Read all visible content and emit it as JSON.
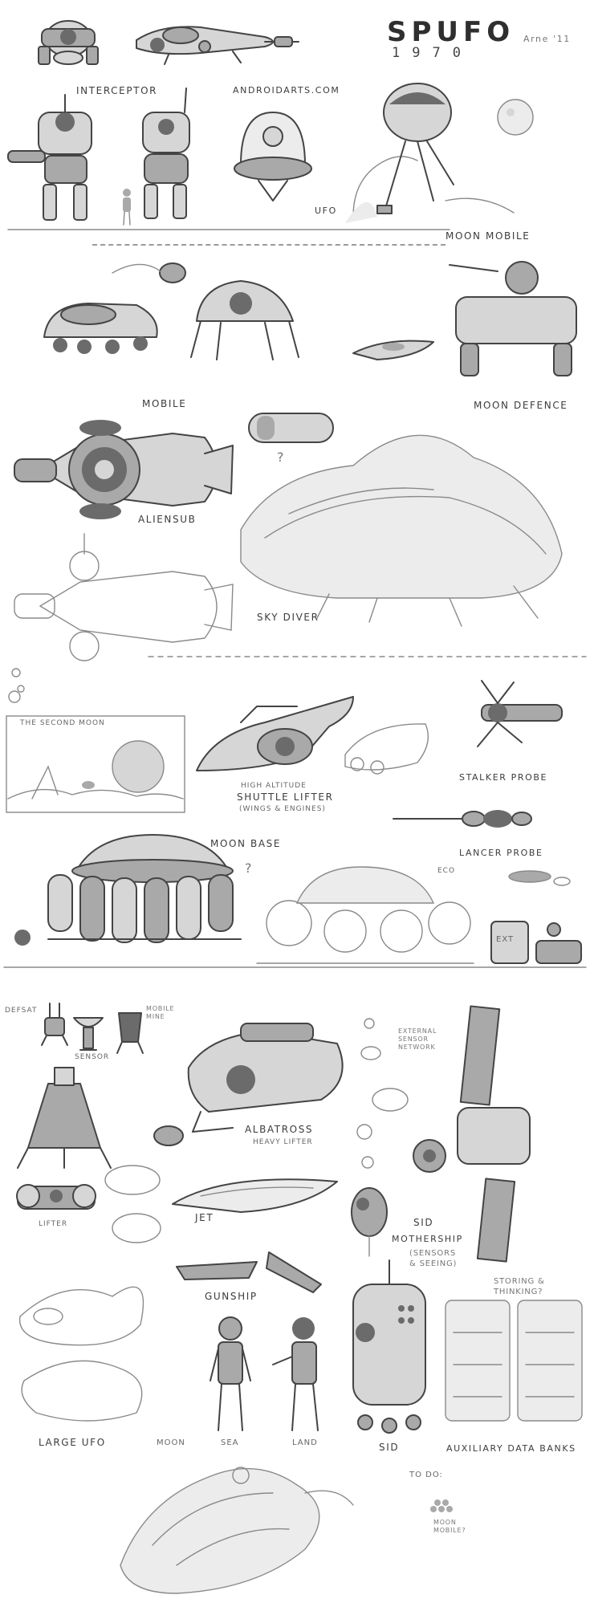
{
  "sheet": {
    "title": "SPUFO",
    "year": "1970",
    "signature": "Arne '11",
    "website": "ANDROIDARTS.COM",
    "question_mark": "?",
    "labels": {
      "interceptor": "INTERCEPTOR",
      "ufo": "UFO",
      "moon_mobile": "MOON MOBILE",
      "mobile": "MOBILE",
      "moon_defence": "MOON DEFENCE",
      "aliensub": "ALIENSUB",
      "sky_diver": "SKY DIVER",
      "second_moon": "THE SECOND MOON",
      "high_altitude": "HIGH ALTITUDE",
      "shuttle_lifter": "SHUTTLE LIFTER",
      "wings_engines": "(WINGS & ENGINES)",
      "stalker_probe": "STALKER PROBE",
      "lancer_probe": "LANCER PROBE",
      "moon_base": "MOON BASE",
      "eco": "ECO",
      "defsat": "DEFSAT",
      "sensor": "SENSOR",
      "mobile_mine": "MOBILE MINE",
      "albatross": "ALBATROSS",
      "heavy_lifter": "HEAVY LIFTER",
      "external_sensor_network": "EXTERNAL SENSOR NETWORK",
      "lifter": "LIFTER",
      "jet": "JET",
      "sid": "SID",
      "mothership": "MOTHERSHIP",
      "sensors_seeing": "(SENSORS & SEEING)",
      "gunship": "GUNSHIP",
      "storing_thinking": "STORING & THINKING?",
      "large_ufo": "LARGE UFO",
      "moon": "MOON",
      "sea": "SEA",
      "land": "LAND",
      "sid_bottom": "SID",
      "auxiliary_data_banks": "AUXILIARY DATA BANKS",
      "to_do": "TO DO:",
      "moon_mobile_note": "MOON MOBILE?",
      "ext_sign": "EXT"
    }
  }
}
